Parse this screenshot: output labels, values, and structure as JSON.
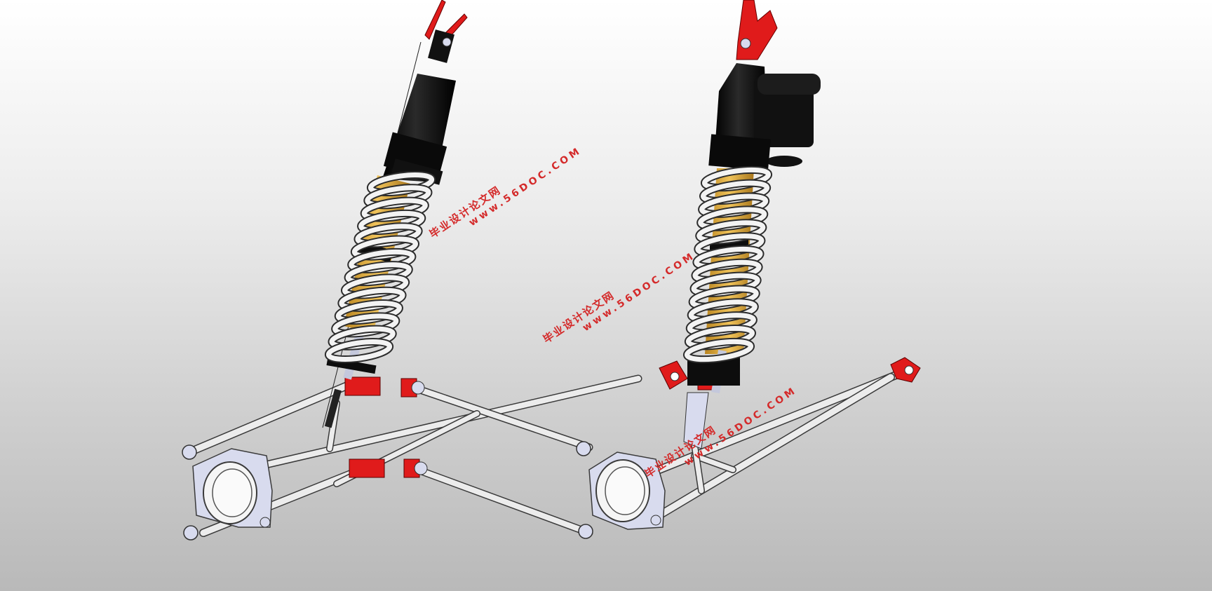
{
  "scene": {
    "subject": "suspension-assembly-render",
    "colors": {
      "background_top": "#ffffff",
      "background_bottom": "#b9b9b9",
      "tube": "#ececec",
      "tube_edge": "#3a3a3a",
      "bracket": "#d8dbee",
      "mount_red": "#e01b1b",
      "damper_black": "#111111",
      "spring_white": "#f3f3f3",
      "damper_gold": "#d9a63c",
      "watermark": "#d42a2a"
    }
  },
  "watermarks": [
    {
      "cn": "毕业设计论文网",
      "url": "www.56DOC.COM"
    },
    {
      "cn": "毕业设计论文网",
      "url": "www.56DOC.COM"
    },
    {
      "cn": "毕业设计论文网",
      "url": "www.56DOC.COM"
    }
  ]
}
